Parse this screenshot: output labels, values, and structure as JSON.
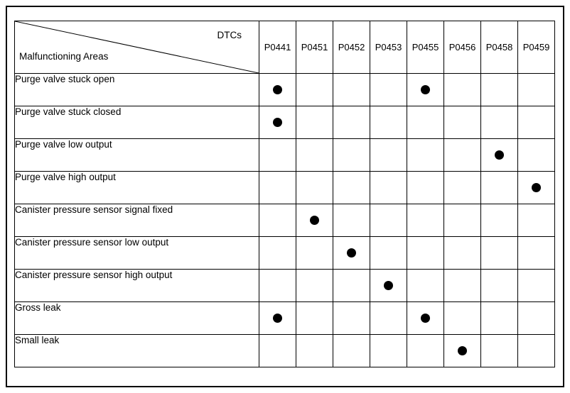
{
  "table": {
    "corner": {
      "top_right_label": "DTCs",
      "bottom_left_label": "Malfunctioning Areas"
    },
    "columns": [
      "P0441",
      "P0451",
      "P0452",
      "P0453",
      "P0455",
      "P0456",
      "P0458",
      "P0459"
    ],
    "rows": [
      {
        "label": "Purge valve stuck open",
        "marks": [
          "P0441",
          "P0455"
        ]
      },
      {
        "label": "Purge valve stuck closed",
        "marks": [
          "P0441"
        ]
      },
      {
        "label": "Purge valve low output",
        "marks": [
          "P0458"
        ]
      },
      {
        "label": "Purge valve high output",
        "marks": [
          "P0459"
        ]
      },
      {
        "label": "Canister pressure sensor signal fixed",
        "marks": [
          "P0451"
        ]
      },
      {
        "label": "Canister pressure sensor low output",
        "marks": [
          "P0452"
        ]
      },
      {
        "label": "Canister pressure sensor high output",
        "marks": [
          "P0453"
        ]
      },
      {
        "label": "Gross leak",
        "marks": [
          "P0441",
          "P0455"
        ]
      },
      {
        "label": "Small leak",
        "marks": [
          "P0456"
        ]
      }
    ],
    "colors": {
      "line": "#000000",
      "background": "#ffffff",
      "marker": "#000000"
    }
  }
}
